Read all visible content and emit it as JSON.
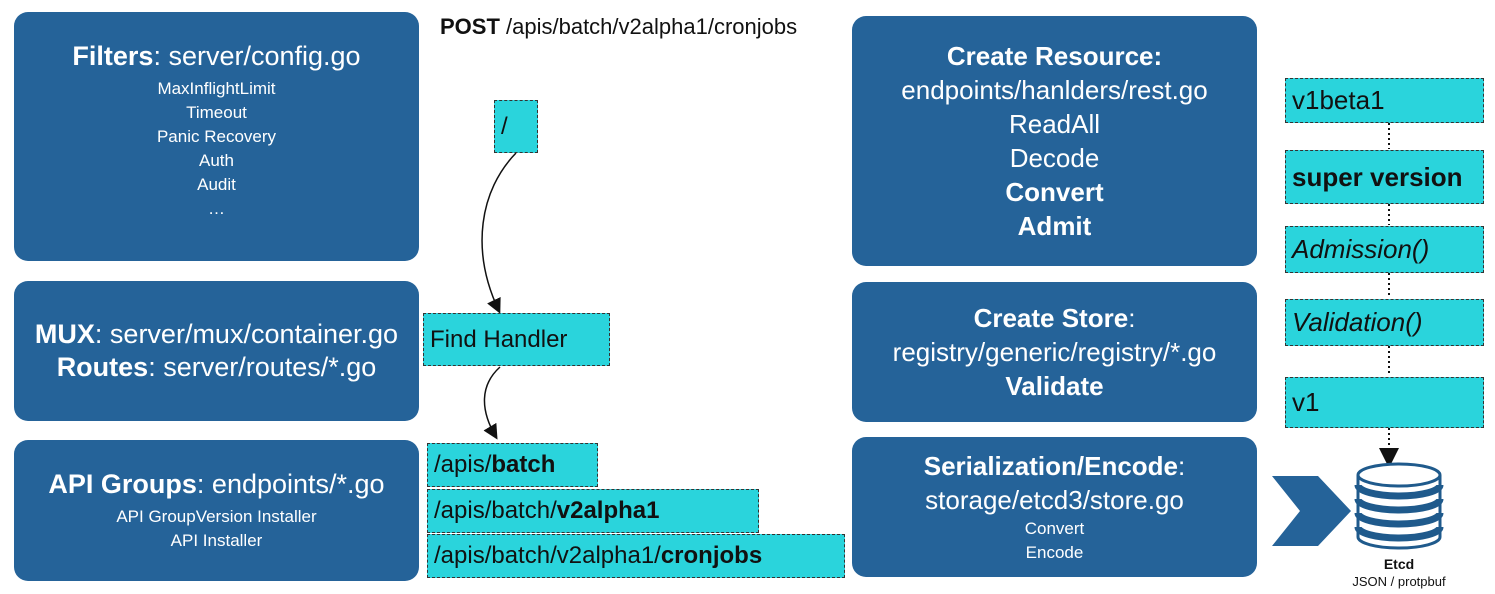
{
  "request": {
    "method": "POST",
    "path": " /apis/batch/v2alpha1/cronjobs"
  },
  "filters": {
    "title": "Filters",
    "title_rest": ": server/config.go",
    "items": [
      "MaxInflightLimit",
      "Timeout",
      "Panic Recovery",
      "Auth",
      "Audit",
      "…"
    ]
  },
  "mux": {
    "mux_label": "MUX",
    "mux_rest": ": server/mux/container.go",
    "routes_label": "Routes",
    "routes_rest": ": server/routes/*.go"
  },
  "api_groups": {
    "title": "API Groups",
    "title_rest": ": endpoints/*.go",
    "items": [
      "API GroupVersion Installer",
      "API Installer"
    ]
  },
  "route_flow": {
    "root": "/",
    "find_handler": "Find Handler",
    "paths": [
      {
        "prefix": "/apis/",
        "bold": "batch"
      },
      {
        "prefix": "/apis/batch/",
        "bold": "v2alpha1"
      },
      {
        "prefix": "/apis/batch/v2alpha1/",
        "bold": "cronjobs"
      }
    ]
  },
  "create_resource": {
    "title": "Create Resource:",
    "file": "endpoints/hanlders/rest.go",
    "steps": [
      "ReadAll",
      "Decode"
    ],
    "bold_steps": [
      "Convert",
      "Admit"
    ]
  },
  "create_store": {
    "title": "Create Store",
    "title_rest": ":",
    "file": "registry/generic/registry/*.go",
    "step": "Validate"
  },
  "serialization": {
    "title": "Serialization/Encode",
    "title_rest": ":",
    "file": "storage/etcd3/store.go",
    "steps": [
      "Convert",
      "Encode"
    ]
  },
  "version_chain": {
    "v1beta1": "v1beta1",
    "super_version": "super version",
    "admission": "Admission()",
    "validation": "Validation()",
    "v1": "v1"
  },
  "etcd": {
    "label": "Etcd",
    "format": "JSON / protpbuf"
  },
  "colors": {
    "box": "#256399",
    "cyan": "#2ad4dc",
    "arrow": "#256399"
  }
}
